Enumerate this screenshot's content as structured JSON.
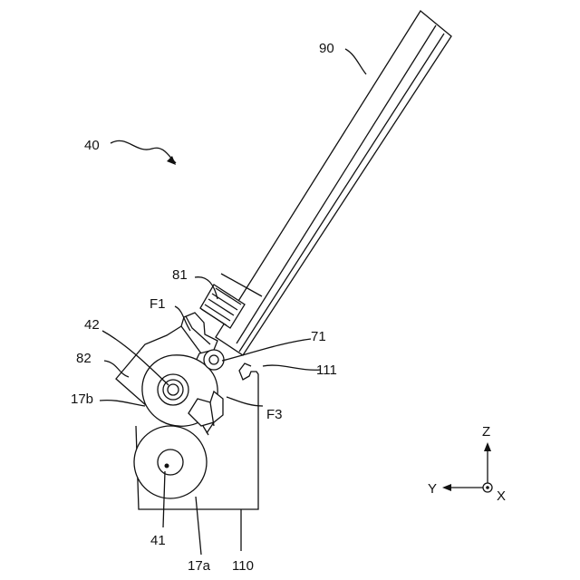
{
  "figure": {
    "labels": {
      "ref_90": "90",
      "ref_40": "40",
      "ref_81": "81",
      "ref_F1": "F1",
      "ref_42": "42",
      "ref_71": "71",
      "ref_82": "82",
      "ref_111": "111",
      "ref_17b": "17b",
      "ref_F3": "F3",
      "ref_41": "41",
      "ref_17a": "17a",
      "ref_110": "110"
    },
    "axes": {
      "z": "Z",
      "y": "Y",
      "x": "X"
    }
  }
}
